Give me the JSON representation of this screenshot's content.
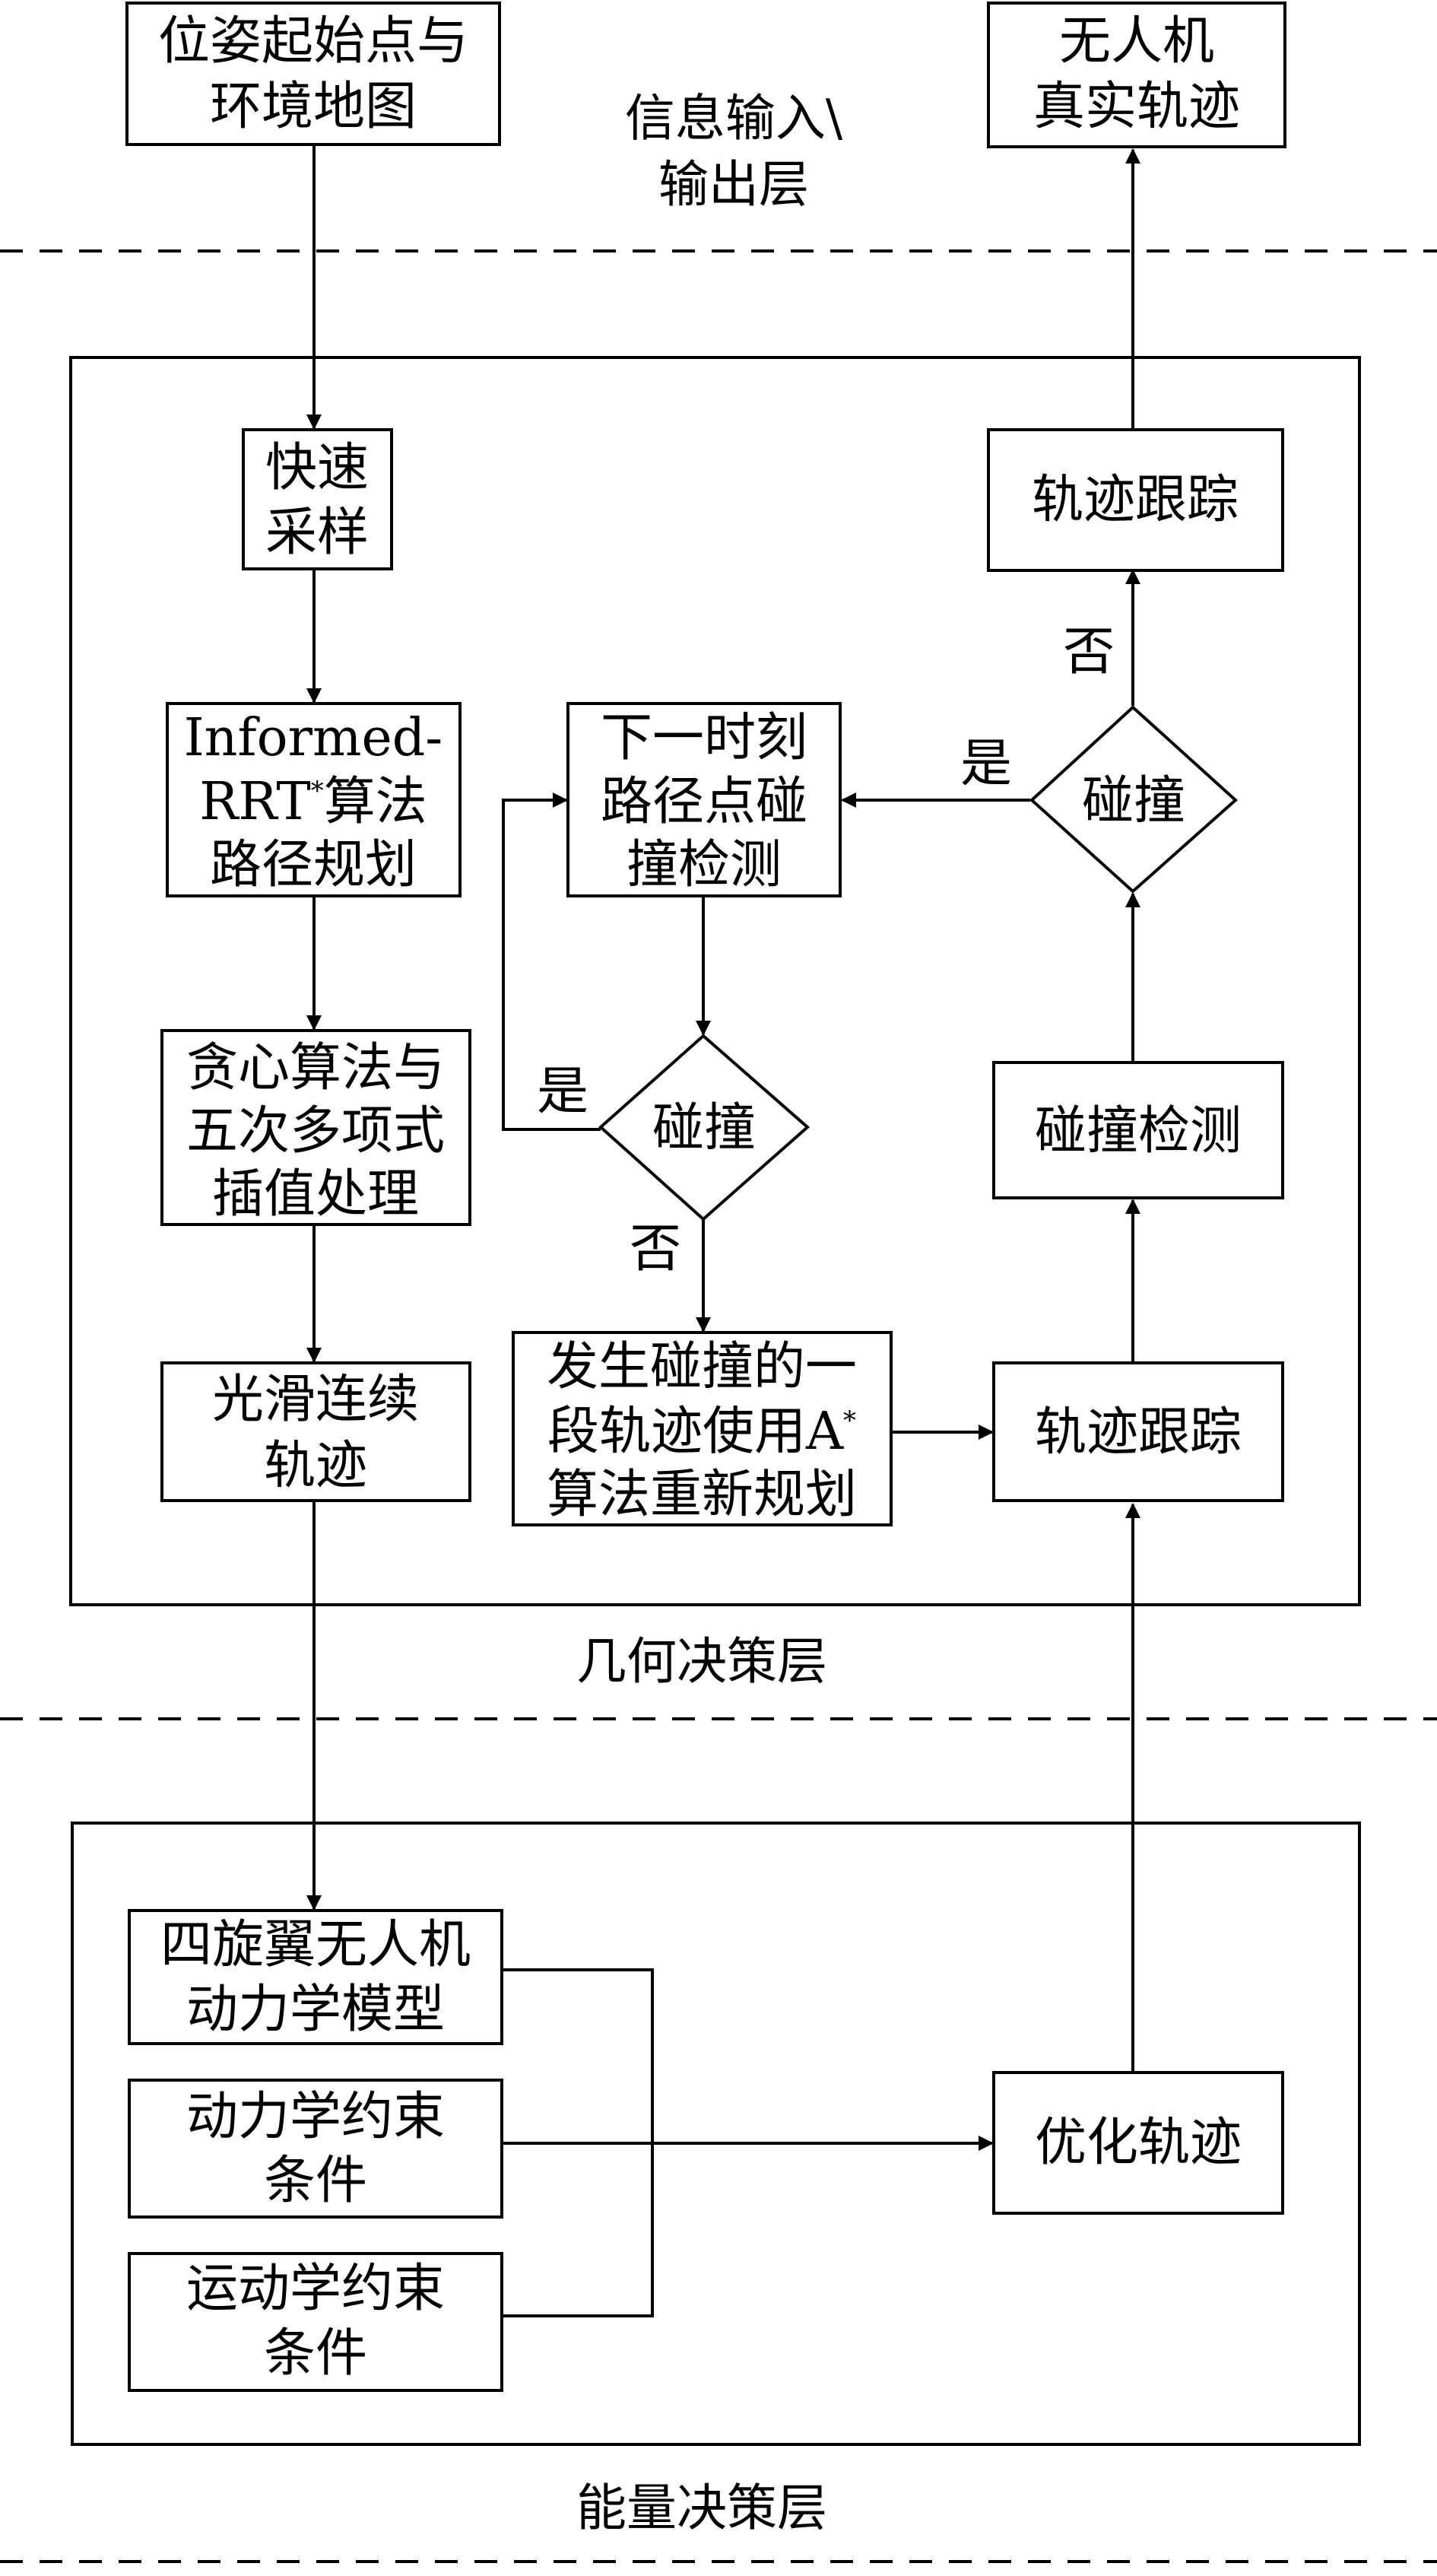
{
  "layers": {
    "io": [
      "信息输入\\",
      "输出层"
    ],
    "geometry": "几何决策层",
    "energy": "能量决策层"
  },
  "nodes": {
    "start": [
      "位姿起始点与",
      "环境地图"
    ],
    "uav_real": [
      "无人机",
      "真实轨迹"
    ],
    "fast_sampling": [
      "快速",
      "采样"
    ],
    "informed_rrt": {
      "line1": "Informed-",
      "line2_a": "RRT",
      "line2_sup": "*",
      "line2_b": "算法",
      "line3": "路径规划"
    },
    "greedy": [
      "贪心算法与",
      "五次多项式",
      "插值处理"
    ],
    "smooth": [
      "光滑连续",
      "轨迹"
    ],
    "next_check": [
      "下一时刻",
      "路径点碰",
      "撞检测"
    ],
    "collision_diamond_1": "碰撞",
    "replan": {
      "line1": "发生碰撞的一",
      "line2_a": "段轨迹使用A",
      "line2_sup": "*",
      "line3": "算法重新规划"
    },
    "track_lower": "轨迹跟踪",
    "collision_detect": "碰撞检测",
    "collision_diamond_2": "碰撞",
    "track_upper": "轨迹跟踪",
    "quad_model": [
      "四旋翼无人机",
      "动力学模型"
    ],
    "dyn_constraint": [
      "动力学约束",
      "条件"
    ],
    "kin_constraint": [
      "运动学约束",
      "条件"
    ],
    "optimize": "优化轨迹"
  },
  "edge_labels": {
    "d1_yes": "是",
    "d1_no": "否",
    "d2_yes": "是",
    "d2_no": "否"
  }
}
